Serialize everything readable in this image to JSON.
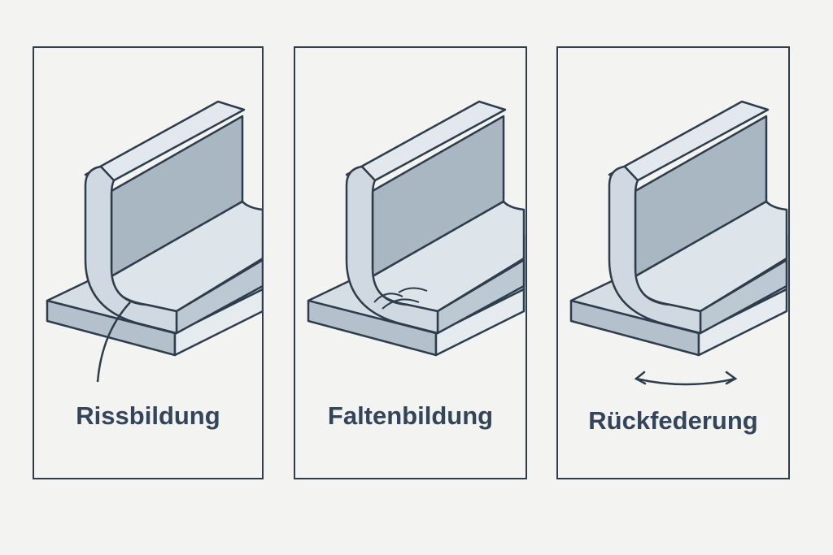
{
  "panels": [
    {
      "label": "Rissbildung",
      "defect": "crack"
    },
    {
      "label": "Faltenbildung",
      "defect": "wrinkle"
    },
    {
      "label": "Rückfederung",
      "defect": "springback"
    }
  ],
  "colors": {
    "outline": "#2e3d4c",
    "metal_light": "#dfe6ec",
    "metal_mid": "#c3ced8",
    "metal_dark": "#a9b7c3"
  }
}
